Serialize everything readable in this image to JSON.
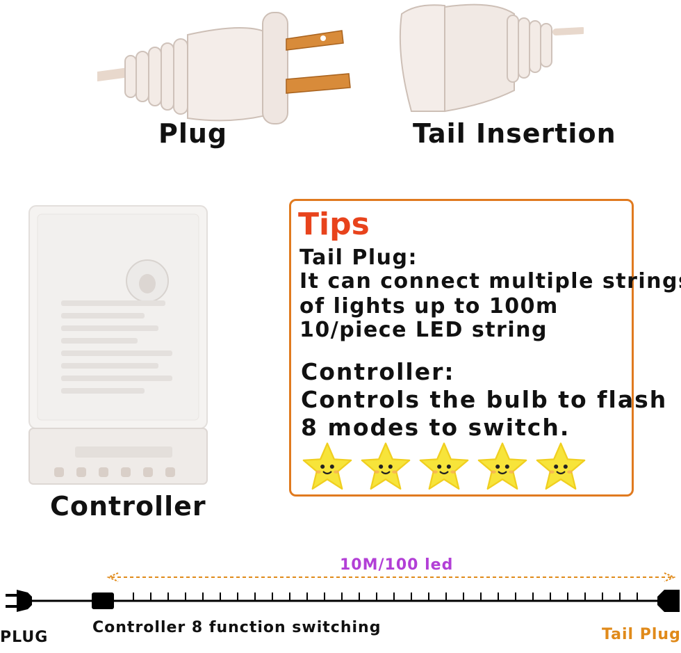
{
  "top": {
    "plug_caption": "Plug",
    "tail_caption": "Tail Insertion"
  },
  "controller": {
    "caption": "Controller"
  },
  "tips": {
    "title": "Tips",
    "tail_heading": "Tail Plug:",
    "tail_lines": [
      "It can connect multiple strings",
      "of lights up to 100m",
      "10/piece LED string"
    ],
    "controller_heading": "Controller:",
    "controller_lines": [
      "Controls the bulb to flash",
      "8 modes to switch."
    ],
    "star_count": 5
  },
  "diagram": {
    "length_label": "10M/100 led",
    "plug_label": "PLUG",
    "controller_label": "Controller 8 function switching",
    "tail_label": "Tail Plug"
  },
  "colors": {
    "tips_border": "#e07a1f",
    "tips_title": "#e8431c",
    "length_label": "#b23fd6",
    "tail_label": "#e08a1a",
    "star": "#f7e43a"
  }
}
